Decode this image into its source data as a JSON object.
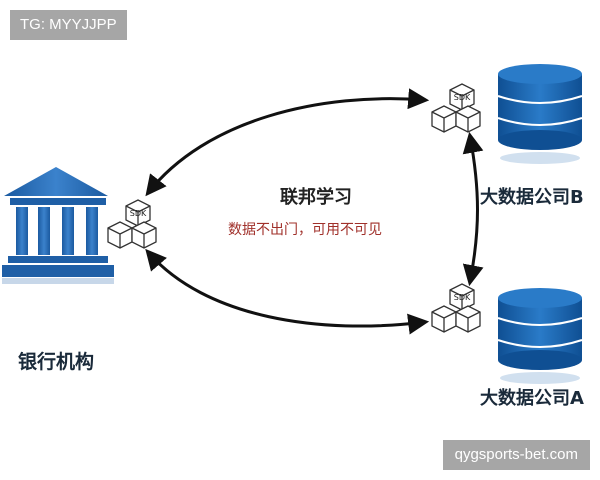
{
  "watermark_top": "TG: MYYJJPP",
  "watermark_bottom": "qygsports-bet.com",
  "title": "联邦学习",
  "subtitle": "数据不出门，可用不可见",
  "nodes": {
    "bank": {
      "label": "银行机构",
      "sdk": "SDK"
    },
    "company_b": {
      "label": "大数据公司B",
      "sdk": "SDK"
    },
    "company_a": {
      "label": "大数据公司A",
      "sdk": "SDK"
    }
  },
  "colors": {
    "bank_blue": "#1f5fa6",
    "db_blue": "#1a66b0",
    "arrow": "#111111",
    "subtitle": "#a0302a"
  }
}
